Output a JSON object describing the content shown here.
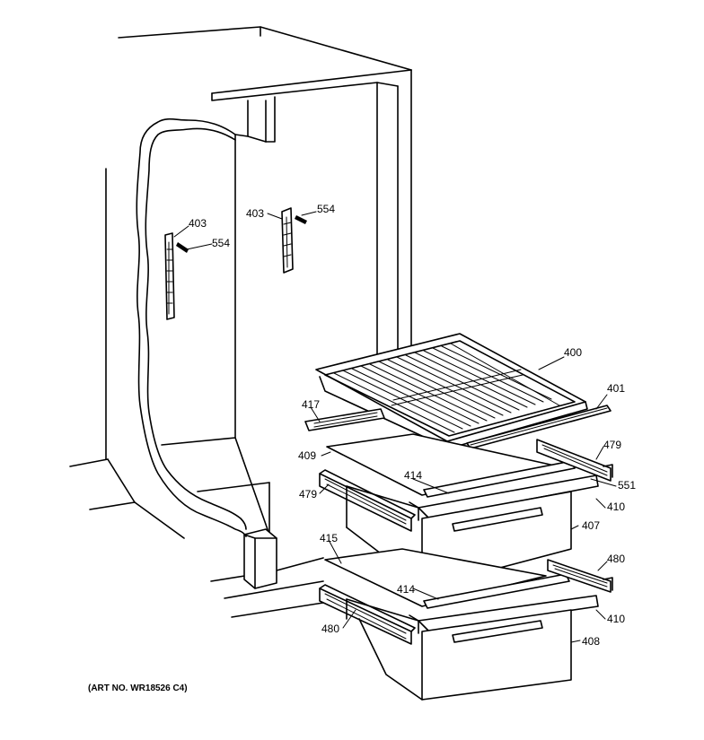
{
  "callouts": {
    "c400": "400",
    "c401": "401",
    "c403a": "403",
    "c403b": "403",
    "c554a": "554",
    "c554b": "554",
    "c417": "417",
    "c409": "409",
    "c414a": "414",
    "c414b": "414",
    "c479a": "479",
    "c479b": "479",
    "c551": "551",
    "c410a": "410",
    "c410b": "410",
    "c407": "407",
    "c408": "408",
    "c415": "415",
    "c480a": "480",
    "c480b": "480"
  },
  "art_number": "(ART NO. WR18526 C4)"
}
